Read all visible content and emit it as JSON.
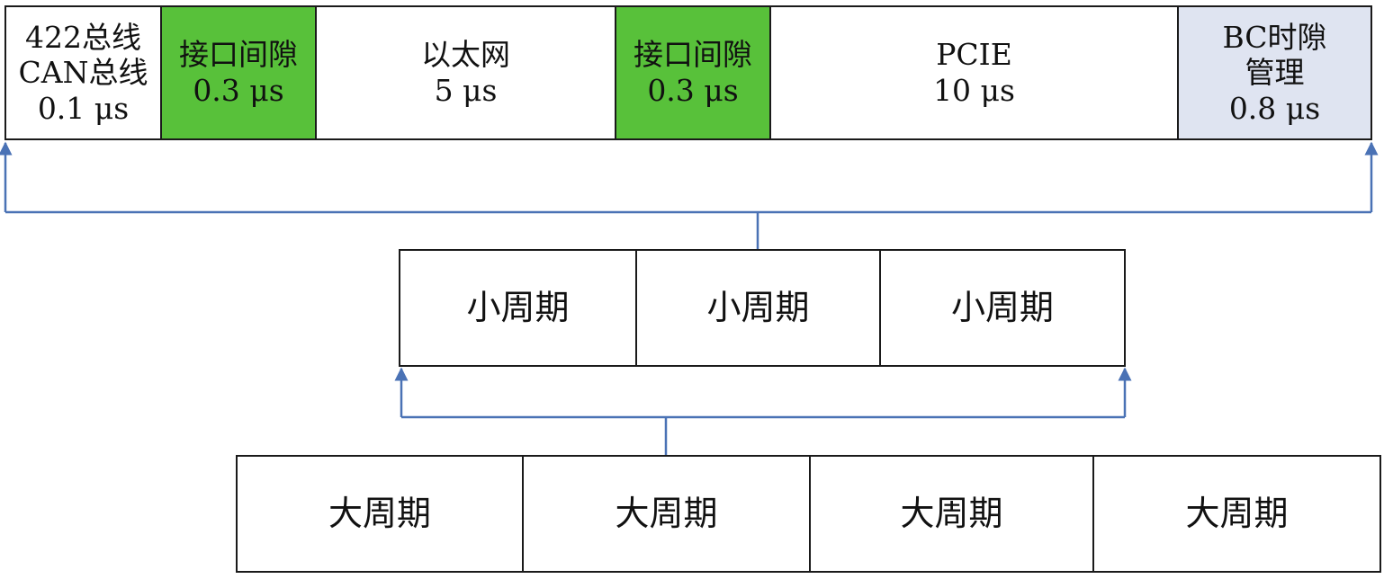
{
  "top_row": {
    "cells": [
      {
        "lines": [
          "422总线",
          "CAN总线",
          "0.1 μs"
        ],
        "fill": "#ffffff"
      },
      {
        "lines": [
          "接口间隙",
          "0.3 μs"
        ],
        "fill": "#58c13a"
      },
      {
        "lines": [
          "以太网",
          "5 μs"
        ],
        "fill": "#ffffff"
      },
      {
        "lines": [
          "接口间隙",
          "0.3 μs"
        ],
        "fill": "#58c13a"
      },
      {
        "lines": [
          "PCIE",
          "10 μs"
        ],
        "fill": "#ffffff"
      },
      {
        "lines": [
          "BC时隙",
          "管理",
          "0.8 μs"
        ],
        "fill": "#dfe4f1"
      }
    ]
  },
  "minor_cycles": {
    "cells": [
      "小周期",
      "小周期",
      "小周期"
    ]
  },
  "major_cycles": {
    "cells": [
      "大周期",
      "大周期",
      "大周期",
      "大周期"
    ]
  },
  "colors": {
    "interface_gap": "#58c13a",
    "bc_slot": "#dfe4f1",
    "connector": "#4a72b5",
    "border": "#1a1a1a"
  }
}
